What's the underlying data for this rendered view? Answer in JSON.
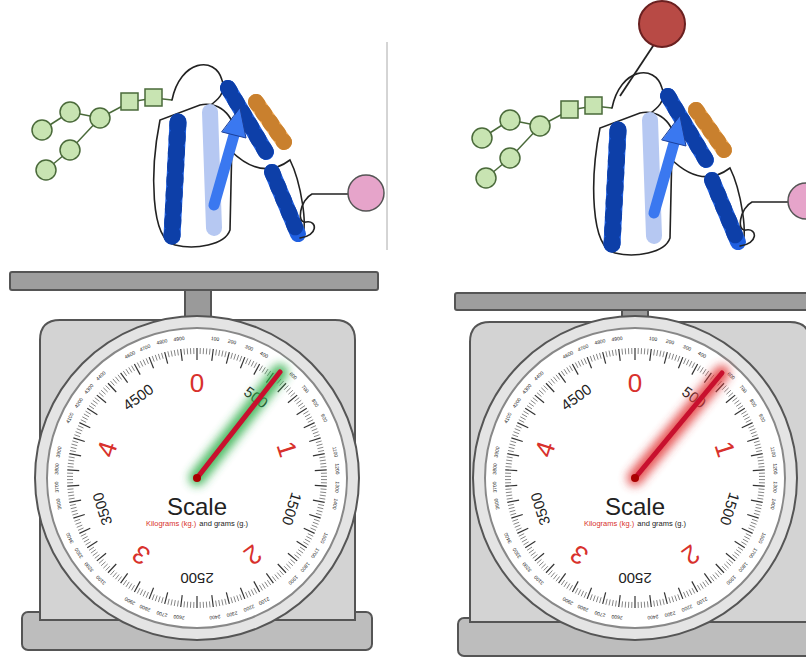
{
  "diagram": {
    "labels": [
      "0",
      "1",
      "2",
      "3",
      "4",
      "500",
      "1500",
      "2500",
      "3500",
      "4500",
      "100",
      "200",
      "300",
      "400",
      "600",
      "700",
      "800",
      "900",
      "1100",
      "1200",
      "1300",
      "1400",
      "1600",
      "1700",
      "1800",
      "1900",
      "2100",
      "2200",
      "2300",
      "2400",
      "2600",
      "2700",
      "2800",
      "2900",
      "3100",
      "3200",
      "3300",
      "3400",
      "3600",
      "3700",
      "3800",
      "3900",
      "4100",
      "4200",
      "4300",
      "4400",
      "4600",
      "4700",
      "4800",
      "4900",
      "Scale",
      "Kilograms (kg.)",
      "and grams (g.)",
      "0",
      "1",
      "2",
      "3",
      "4",
      "500",
      "1500",
      "2500",
      "3500",
      "4500",
      "100",
      "200",
      "300",
      "400",
      "600",
      "700",
      "800",
      "900",
      "1100",
      "1200",
      "1300",
      "1400",
      "1600",
      "1700",
      "1800",
      "1900",
      "2100",
      "2200",
      "2300",
      "2400",
      "2600",
      "2700",
      "2800",
      "2900",
      "3100",
      "3200",
      "3300",
      "3400",
      "3600",
      "3700",
      "3800",
      "3900",
      "4100",
      "4200",
      "4300",
      "4400",
      "4600",
      "4700",
      "4800",
      "4900",
      "Scale",
      "Kilograms (kg.)",
      "and grams (g.)"
    ]
  }
}
